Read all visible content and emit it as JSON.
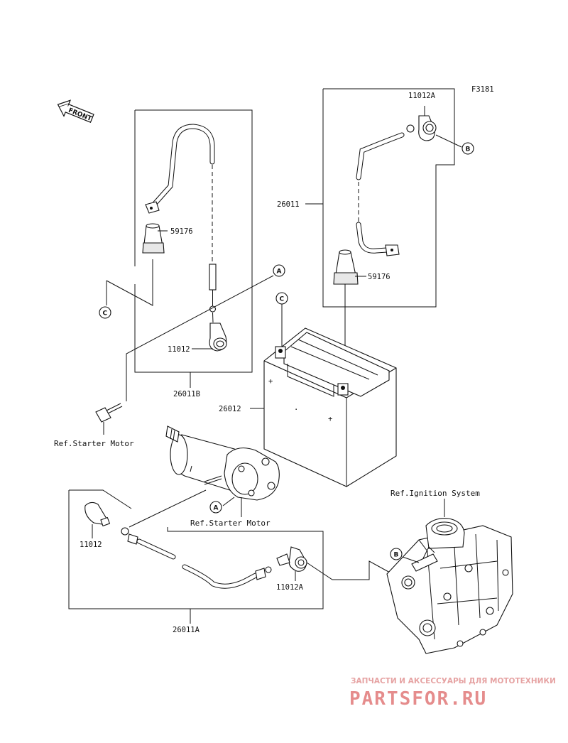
{
  "figure_code": "F3181",
  "front_label": "FRONT",
  "callouts": {
    "a": "A",
    "b": "B",
    "c": "C"
  },
  "parts": {
    "cable_26011": "26011",
    "cable_26011a": "26011A",
    "cable_26011b": "26011B",
    "battery_26012": "26012",
    "cap_59176_left": "59176",
    "cap_59176_right": "59176",
    "terminal_11012_upper": "11012",
    "terminal_11012_lower": "11012",
    "terminal_11012a_upper": "11012A",
    "terminal_11012a_lower": "11012A"
  },
  "references": {
    "starter_motor_bolt": "Ref.Starter Motor",
    "starter_motor": "Ref.Starter Motor",
    "ignition_system": "Ref.Ignition System"
  },
  "watermark": {
    "tagline": "ЗАПЧАСТИ И АКСЕССУАРЫ ДЛЯ МОТОТЕХНИКИ",
    "logo": "PARTSFOR.RU"
  }
}
